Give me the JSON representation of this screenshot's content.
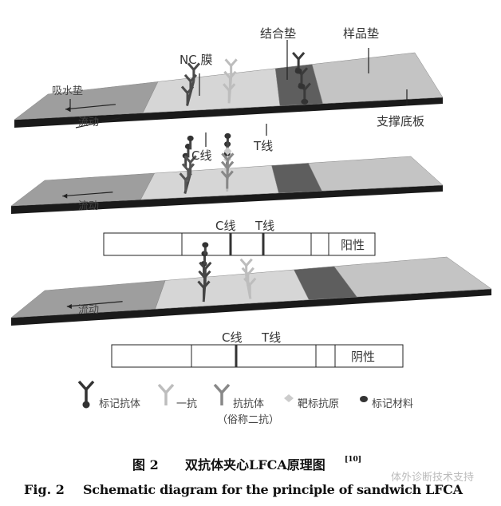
{
  "strip1": {
    "absorbent_pad": "吸水垫",
    "flow": "流动",
    "nc_membrane": "NC 膜",
    "conjugate_pad": "结合垫",
    "sample_pad": "样品垫",
    "backing": "支撑底板",
    "c_line": "C线",
    "t_line": "T线"
  },
  "strip2": {
    "flow": "流动",
    "c_line": "C线",
    "t_line": "T线",
    "result": "阳性"
  },
  "strip3": {
    "flow": "流动",
    "c_line": "C线",
    "t_line": "T线",
    "result": "阴性"
  },
  "legend": [
    {
      "icon": "labeled-antibody-icon",
      "label": "标记抗体"
    },
    {
      "icon": "primary-antibody-icon",
      "label": "一抗"
    },
    {
      "icon": "anti-antibody-icon",
      "label": "抗抗体",
      "sublabel": "（俗称二抗）"
    },
    {
      "icon": "target-antigen-icon",
      "label": "靶标抗原"
    },
    {
      "icon": "label-material-icon",
      "label": "标记材料"
    }
  ],
  "caption": {
    "cn_number": "图 2",
    "cn_title": "双抗体夹心LFCA原理图",
    "ref": "[10]",
    "en_number": "Fig. 2",
    "en_title": "Schematic diagram for the principle of sandwich LFCA"
  },
  "watermark": "体外诊断技术支持",
  "colors": {
    "absorbent": "#9e9e9e",
    "membrane": "#d6d6d6",
    "conjugate": "#5e5e5e",
    "sample": "#c4c4c4",
    "backing": "#1a1a1a",
    "dark_ab": "#4a4a4a",
    "light_ab": "#bdbdbd"
  }
}
